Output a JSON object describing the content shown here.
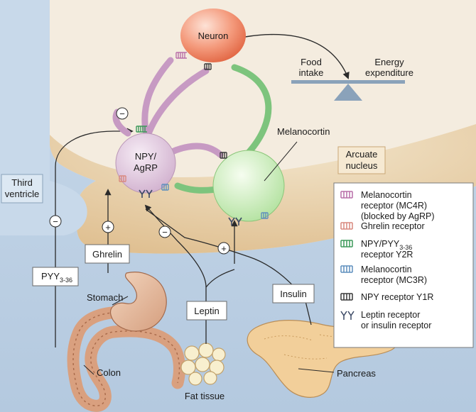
{
  "labels": {
    "neuron": "Neuron",
    "food_intake_line1": "Food",
    "food_intake_line2": "intake",
    "energy_line1": "Energy",
    "energy_line2": "expenditure",
    "npy_line1": "NPY/",
    "npy_line2": "AgRP",
    "melanocortin": "Melanocortin",
    "arcuate_line1": "Arcuate",
    "arcuate_line2": "nucleus",
    "third_ventricle_line1": "Third",
    "third_ventricle_line2": "ventricle",
    "ghrelin": "Ghrelin",
    "pyy_main": "PYY",
    "pyy_sub": "3-36",
    "stomach": "Stomach",
    "leptin": "Leptin",
    "insulin": "Insulin",
    "colon": "Colon",
    "fat_tissue": "Fat tissue",
    "pancreas": "Pancreas"
  },
  "signs": {
    "minus": "−",
    "plus": "+"
  },
  "legend": {
    "items": [
      {
        "lines": [
          "Melanocortin",
          "receptor (MC4R)",
          "(blocked by AgRP)"
        ],
        "color": "#b96ea8",
        "icon": "serpentine-receptor-icon"
      },
      {
        "lines": [
          "Ghrelin receptor"
        ],
        "color": "#d9897f",
        "icon": "serpentine-receptor-icon"
      },
      {
        "lines": [
          "NPY/PYY",
          "receptor Y2R"
        ],
        "sub": "3-36",
        "color": "#3d9a5a",
        "icon": "serpentine-receptor-icon"
      },
      {
        "lines": [
          "Melanocortin",
          "receptor (MC3R)"
        ],
        "color": "#5f8fbd",
        "icon": "serpentine-receptor-icon"
      },
      {
        "lines": [
          "NPY receptor Y1R"
        ],
        "color": "#3a3a3a",
        "icon": "serpentine-receptor-icon"
      },
      {
        "lines": [
          "Leptin receptor",
          "or insulin receptor"
        ],
        "color": "#3c4a66",
        "icon": "y-receptor-icon"
      }
    ]
  },
  "colors": {
    "background_blue": "#bcd0e4",
    "brain_tissue": "#f4ecdf",
    "arcuate_shade": "#e9d3ad",
    "npy_cell": "#dcc3db",
    "melanocortin_cell": "#cfeec0",
    "neuron_cell": "#f07d5d",
    "npy_axon": "#c79ac3",
    "melanocortin_axon": "#7dc47d"
  }
}
